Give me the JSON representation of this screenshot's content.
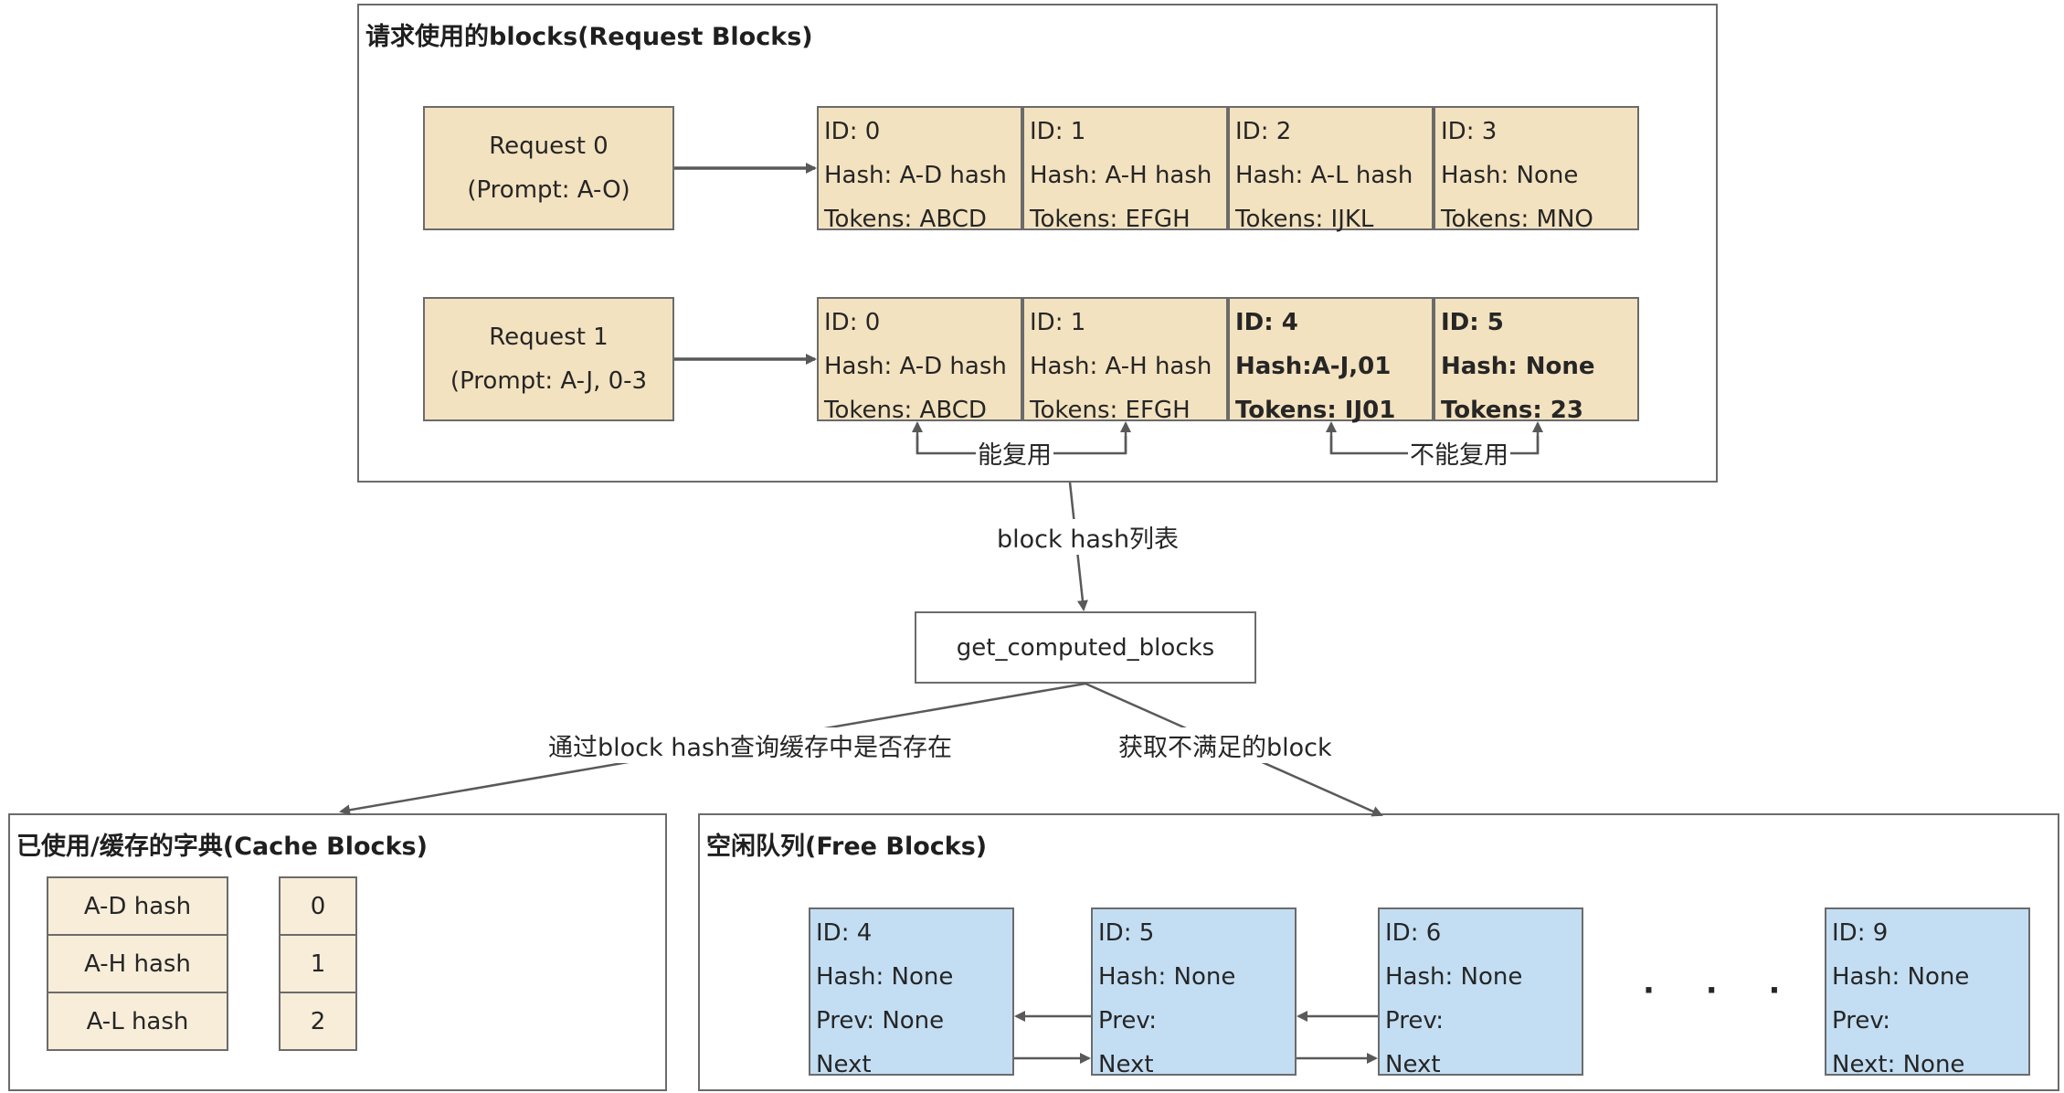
{
  "request_panel": {
    "title": "请求使用的blocks(Request Blocks)",
    "requests": [
      {
        "line1": "Request 0",
        "line2": "(Prompt: A-O)",
        "blocks": [
          {
            "id": "ID: 0",
            "hash": "Hash: A-D hash",
            "tokens": "Tokens: ABCD"
          },
          {
            "id": "ID: 1",
            "hash": "Hash: A-H hash",
            "tokens": "Tokens: EFGH"
          },
          {
            "id": "ID: 2",
            "hash": "Hash: A-L hash",
            "tokens": "Tokens: IJKL"
          },
          {
            "id": "ID: 3",
            "hash": "Hash: None",
            "tokens": "Tokens: MNO"
          }
        ]
      },
      {
        "line1": "Request 1",
        "line2": "(Prompt: A-J, 0-3",
        "blocks": [
          {
            "id": "ID: 0",
            "hash": "Hash: A-D hash",
            "tokens": "Tokens: ABCD"
          },
          {
            "id": "ID: 1",
            "hash": "Hash: A-H hash",
            "tokens": "Tokens: EFGH"
          },
          {
            "id": "ID: 4",
            "hash": "Hash:A-J,01",
            "tokens": "Tokens: IJ01"
          },
          {
            "id": "ID: 5",
            "hash": "Hash: None",
            "tokens": "Tokens: 23"
          }
        ]
      }
    ],
    "reusable_label": "能复用",
    "not_reusable_label": "不能复用"
  },
  "flow": {
    "hash_list_label": "block hash列表",
    "process_label": "get_computed_blocks",
    "query_label": "通过block hash查询缓存中是否存在",
    "fetch_label": "获取不满足的block"
  },
  "cache_panel": {
    "title": "已使用/缓存的字典(Cache Blocks)",
    "keys": [
      "A-D hash",
      "A-H hash",
      "A-L hash"
    ],
    "values": [
      "0",
      "1",
      "2"
    ]
  },
  "free_panel": {
    "title": "空闲队列(Free Blocks)",
    "blocks": [
      {
        "id": "ID: 4",
        "hash": "Hash: None",
        "prev": "Prev: None",
        "next": "Next"
      },
      {
        "id": "ID: 5",
        "hash": "Hash: None",
        "prev": "Prev:",
        "next": "Next"
      },
      {
        "id": "ID: 6",
        "hash": "Hash: None",
        "prev": "Prev:",
        "next": "Next"
      },
      {
        "id": "ID: 9",
        "hash": "Hash: None",
        "prev": "Prev:",
        "next": "Next: None"
      }
    ],
    "ellipsis": "· · ·"
  },
  "colors": {
    "request_block_fill": "#f3e2bf",
    "free_block_fill": "#c3def3",
    "cache_fill": "#f7edd9",
    "stroke": "#6b6b6b"
  }
}
